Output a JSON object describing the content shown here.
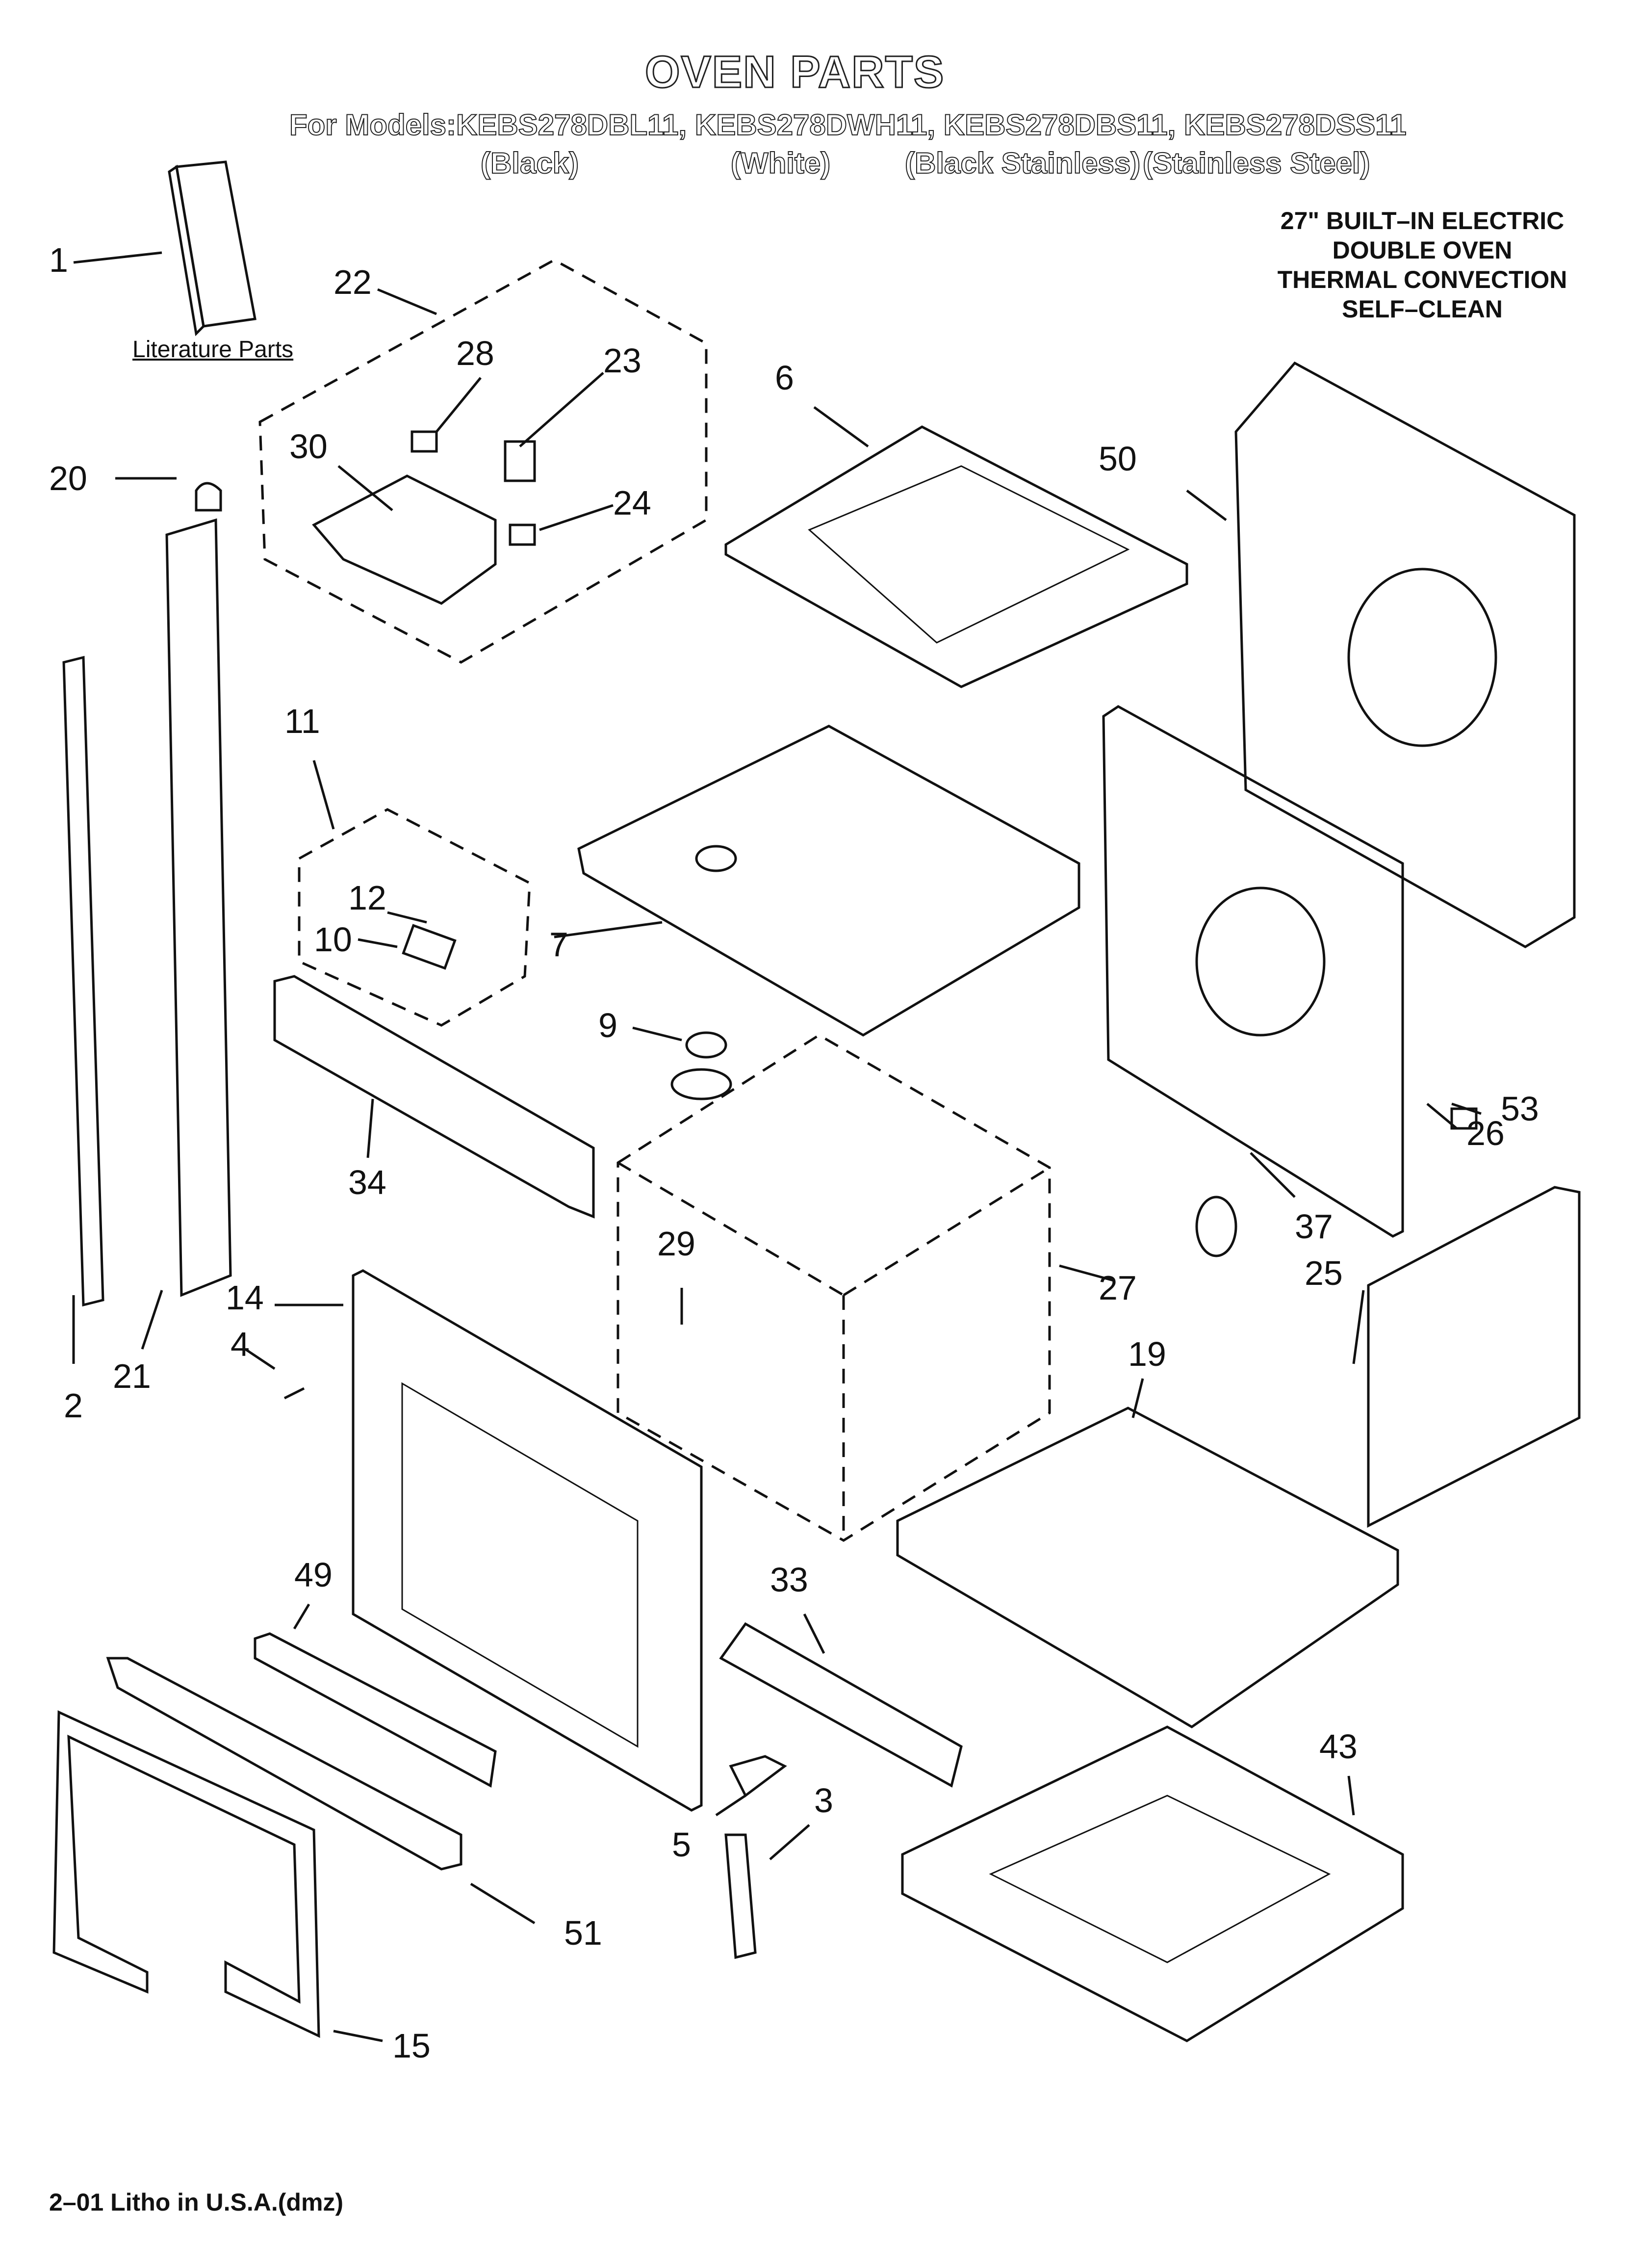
{
  "header": {
    "title": "OVEN PARTS",
    "models_prefix": "For Models:",
    "models": [
      "KEBS278DBL11,",
      "KEBS278DWH11,",
      "KEBS278DBS11,",
      "KEBS278DSS11"
    ],
    "variants": [
      "(Black)",
      "(White)",
      "(Black Stainless)",
      "(Stainless Steel)"
    ]
  },
  "description": [
    "27\" BUILT–IN ELECTRIC",
    "DOUBLE OVEN",
    "THERMAL CONVECTION",
    "SELF–CLEAN"
  ],
  "literature_label": "Literature Parts",
  "callouts": {
    "c1": "1",
    "c2": "2",
    "c3": "3",
    "c4": "4",
    "c5": "5",
    "c6": "6",
    "c7": "7",
    "c9": "9",
    "c10": "10",
    "c11": "11",
    "c12": "12",
    "c14": "14",
    "c15": "15",
    "c19": "19",
    "c20": "20",
    "c21": "21",
    "c22": "22",
    "c23": "23",
    "c24": "24",
    "c25": "25",
    "c26": "26",
    "c27": "27",
    "c28": "28",
    "c29": "29",
    "c30": "30",
    "c33": "33",
    "c34": "34",
    "c37": "37",
    "c43": "43",
    "c49": "49",
    "c50": "50",
    "c51": "51",
    "c53": "53"
  },
  "footer": "2–01 Litho in U.S.A.(dmz)"
}
